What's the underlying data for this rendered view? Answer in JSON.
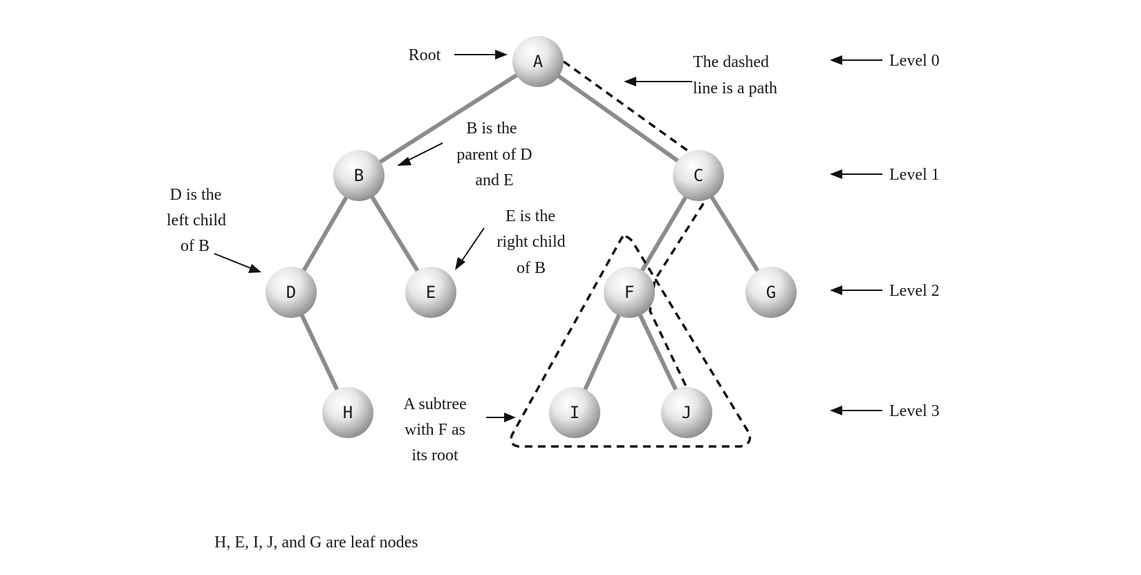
{
  "nodes": {
    "A": "A",
    "B": "B",
    "C": "C",
    "D": "D",
    "E": "E",
    "F": "F",
    "G": "G",
    "H": "H",
    "I": "I",
    "J": "J"
  },
  "labels": {
    "root": "Root",
    "path_note": [
      "The dashed",
      "line is a path"
    ],
    "parent_note": [
      "B is the",
      "parent of D",
      "and E"
    ],
    "left_child_note": [
      "D is the",
      "left child",
      "of B"
    ],
    "right_child_note": [
      "E is the",
      "right child",
      "of B"
    ],
    "subtree_note": [
      "A subtree",
      "with F as",
      "its root"
    ],
    "levels": [
      "Level 0",
      "Level 1",
      "Level 2",
      "Level 3"
    ],
    "leaf_note": "H, E, I, J, and G are leaf nodes"
  }
}
